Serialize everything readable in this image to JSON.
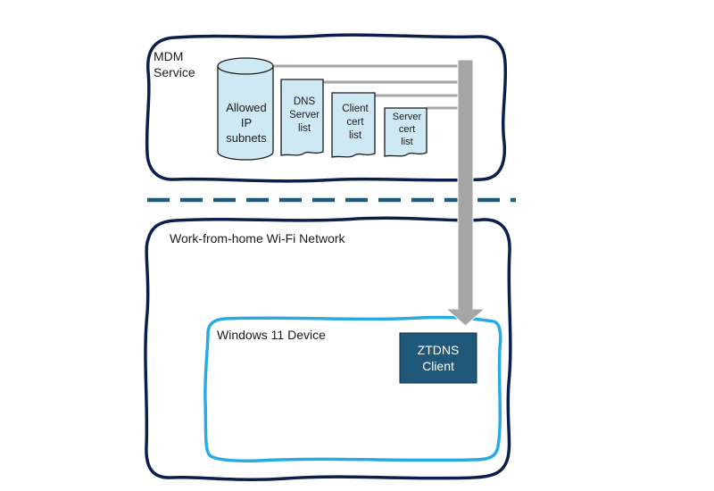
{
  "mdm_service": {
    "label_line1": "MDM",
    "label_line2": "Service",
    "database": {
      "line1": "Allowed",
      "line2": "IP",
      "line3": "subnets"
    },
    "docs": [
      {
        "line1": "DNS",
        "line2": "Server",
        "line3": "list"
      },
      {
        "line1": "Client",
        "line2": "cert",
        "line3": "list"
      },
      {
        "line1": "Server",
        "line2": "cert",
        "line3": "list"
      }
    ]
  },
  "network": {
    "label": "Work-from-home Wi-Fi Network"
  },
  "device": {
    "label": "Windows 11 Device",
    "client": {
      "line1": "ZTDNS",
      "line2": "Client"
    }
  },
  "colors": {
    "container_border": "#0b1f4d",
    "device_border": "#29abe2",
    "shape_fill": "#cfe9f4",
    "shape_stroke": "#1a1a1a",
    "connector": "#a6a6a6",
    "dashed_separator": "#1f5c7a",
    "client_fill": "#1f5878"
  }
}
